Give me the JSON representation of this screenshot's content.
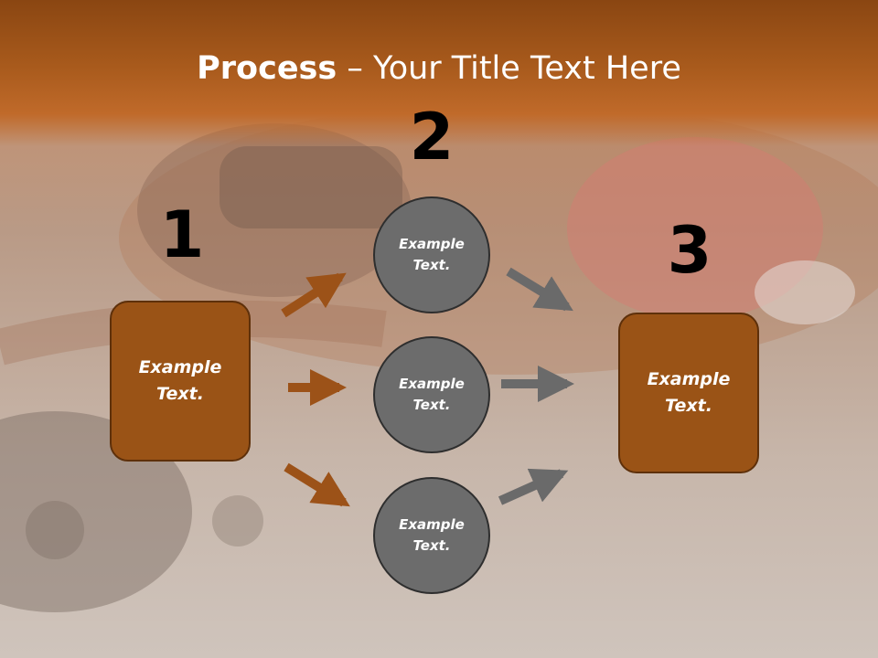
{
  "title": {
    "bold": "Process",
    "rest": " – Your Title Text Here"
  },
  "steps": [
    {
      "number": "1",
      "box_text": "Example Text."
    },
    {
      "number": "2",
      "circles": [
        "Example Text.",
        "Example Text.",
        "Example Text."
      ]
    },
    {
      "number": "3",
      "box_text": "Example Text."
    }
  ],
  "colors": {
    "header": "#a85a1c",
    "box": "#9a5316",
    "circle": "#6c6c6c",
    "arrow_left": "#9c5218",
    "arrow_right": "#6a6a6a"
  }
}
